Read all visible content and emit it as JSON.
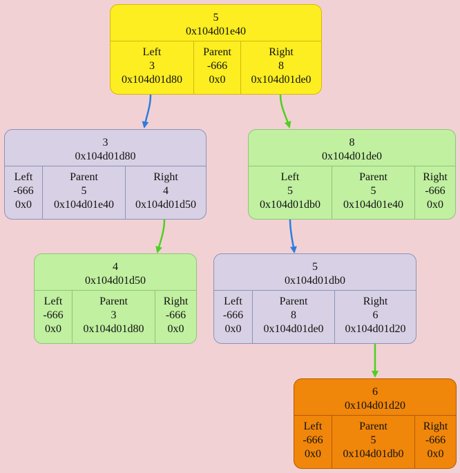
{
  "colors": {
    "background": "#f2d1d4",
    "yellow_fill": "#fcee21",
    "yellow_border": "#d4b80a",
    "lavender_fill": "#d8d0e4",
    "lavender_border": "#8a93b8",
    "green_fill": "#c0f0a0",
    "green_border": "#8ec47a",
    "orange_fill": "#f0860a",
    "orange_border": "#b35a00",
    "left_edge": "#2a7de1",
    "right_edge": "#4cd11e"
  },
  "nodes": [
    {
      "id": "n5",
      "theme": "yellow",
      "value": "5",
      "address": "0x104d01e40",
      "left": {
        "label": "Left",
        "value": "3",
        "address": "0x104d01d80"
      },
      "parent": {
        "label": "Parent",
        "value": "-666",
        "address": "0x0"
      },
      "right": {
        "label": "Right",
        "value": "8",
        "address": "0x104d01de0"
      }
    },
    {
      "id": "n3",
      "theme": "lavender",
      "value": "3",
      "address": "0x104d01d80",
      "left": {
        "label": "Left",
        "value": "-666",
        "address": "0x0"
      },
      "parent": {
        "label": "Parent",
        "value": "5",
        "address": "0x104d01e40"
      },
      "right": {
        "label": "Right",
        "value": "4",
        "address": "0x104d01d50"
      }
    },
    {
      "id": "n8",
      "theme": "green",
      "value": "8",
      "address": "0x104d01de0",
      "left": {
        "label": "Left",
        "value": "5",
        "address": "0x104d01db0"
      },
      "parent": {
        "label": "Parent",
        "value": "5",
        "address": "0x104d01e40"
      },
      "right": {
        "label": "Right",
        "value": "-666",
        "address": "0x0"
      }
    },
    {
      "id": "n4",
      "theme": "green",
      "value": "4",
      "address": "0x104d01d50",
      "left": {
        "label": "Left",
        "value": "-666",
        "address": "0x0"
      },
      "parent": {
        "label": "Parent",
        "value": "3",
        "address": "0x104d01d80"
      },
      "right": {
        "label": "Right",
        "value": "-666",
        "address": "0x0"
      }
    },
    {
      "id": "n5b",
      "theme": "lavender",
      "value": "5",
      "address": "0x104d01db0",
      "left": {
        "label": "Left",
        "value": "-666",
        "address": "0x0"
      },
      "parent": {
        "label": "Parent",
        "value": "8",
        "address": "0x104d01de0"
      },
      "right": {
        "label": "Right",
        "value": "6",
        "address": "0x104d01d20"
      }
    },
    {
      "id": "n6",
      "theme": "orange",
      "value": "6",
      "address": "0x104d01d20",
      "left": {
        "label": "Left",
        "value": "-666",
        "address": "0x0"
      },
      "parent": {
        "label": "Parent",
        "value": "5",
        "address": "0x104d01db0"
      },
      "right": {
        "label": "Right",
        "value": "-666",
        "address": "0x0"
      }
    }
  ],
  "edges": [
    {
      "from": "n5",
      "to": "n3",
      "kind": "left"
    },
    {
      "from": "n5",
      "to": "n8",
      "kind": "right"
    },
    {
      "from": "n3",
      "to": "n4",
      "kind": "right"
    },
    {
      "from": "n8",
      "to": "n5b",
      "kind": "left"
    },
    {
      "from": "n5b",
      "to": "n6",
      "kind": "right"
    }
  ]
}
